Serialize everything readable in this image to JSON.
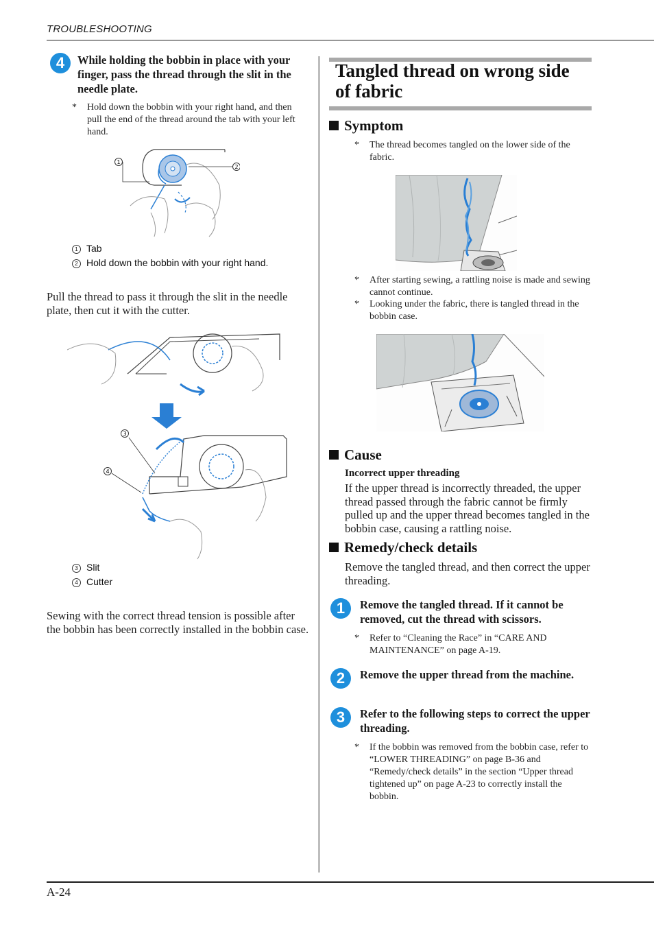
{
  "header": {
    "section_label": "TROUBLESHOOTING"
  },
  "footer": {
    "page_number": "A-24"
  },
  "left": {
    "step4": {
      "number": "4",
      "text": "While holding the bobbin in place with your finger, pass the thread through the slit in the needle plate.",
      "note": "Hold down the bobbin with your right hand, and then pull the end of the thread around the tab with your left hand."
    },
    "fig1_callouts": [
      {
        "num": "1",
        "label": "Tab"
      },
      {
        "num": "2",
        "label": "Hold down the bobbin with your right hand."
      }
    ],
    "paragraph1": "Pull the thread to pass it through the slit in the needle plate, then cut it with the cutter.",
    "fig2_callouts": [
      {
        "num": "3",
        "label": "Slit"
      },
      {
        "num": "4",
        "label": "Cutter"
      }
    ],
    "paragraph2": "Sewing with the correct thread tension is possible after the bobbin has been correctly installed in the bobbin case."
  },
  "right": {
    "title": "Tangled thread on wrong side of fabric",
    "symptom": {
      "heading": "Symptom",
      "note1": "The thread becomes tangled on the lower side of the fabric.",
      "note2": "After starting sewing, a rattling noise is made and sewing cannot continue.",
      "note3": "Looking under the fabric, there is tangled thread in the bobbin case."
    },
    "cause": {
      "heading": "Cause",
      "subheading": "Incorrect upper threading",
      "text": "If the upper thread is incorrectly threaded, the upper thread passed through the fabric cannot be firmly pulled up and the upper thread becomes tangled in the bobbin case, causing a rattling noise."
    },
    "remedy": {
      "heading": "Remedy/check details",
      "intro": "Remove the tangled thread, and then correct the upper threading.",
      "steps": [
        {
          "number": "1",
          "text": "Remove the tangled thread. If it cannot be removed, cut the thread with scissors.",
          "note": "Refer to “Cleaning the Race” in “CARE AND MAINTENANCE” on page A-19."
        },
        {
          "number": "2",
          "text": "Remove the upper thread from the machine."
        },
        {
          "number": "3",
          "text": "Refer to the following steps to correct the upper threading.",
          "note": "If the bobbin was removed from the bobbin case, refer to “LOWER THREADING” on page B-36 and “Remedy/check details” in the section “Upper thread tightened up” on page A-23 to correctly install the bobbin."
        }
      ]
    }
  },
  "colors": {
    "step_badge": "#1e8fdc",
    "thread_blue": "#2a7fd4",
    "section_bar": "#a9a9a9"
  }
}
